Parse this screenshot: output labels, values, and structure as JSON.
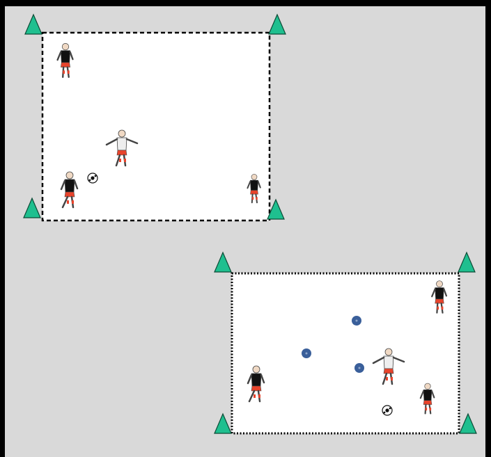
{
  "diagram": {
    "background_color": "#d9d9d9",
    "frame_color": "#000000",
    "field_color": "#ffffff",
    "cone_color": "#1fbf8f",
    "cone_outline": "#0b4a35",
    "disc_color": "#3a5f9a",
    "team_a_colors": {
      "shirt": "#111111",
      "shorts": "#e8442c"
    },
    "team_b_colors": {
      "shirt": "#eeeeee",
      "shorts": "#e8442c"
    },
    "areas": [
      {
        "name": "area-top-left",
        "border_style": "dashed",
        "cones": 4,
        "players": [
          {
            "team": "a",
            "icon": "player-dark-kit-icon"
          },
          {
            "team": "b",
            "icon": "player-light-kit-icon"
          },
          {
            "team": "a",
            "icon": "player-dark-kit-icon"
          },
          {
            "team": "a",
            "icon": "player-dark-kit-icon"
          }
        ],
        "balls": 1,
        "discs": 0
      },
      {
        "name": "area-bottom-right",
        "border_style": "dotted",
        "cones": 4,
        "players": [
          {
            "team": "a",
            "icon": "player-dark-kit-icon"
          },
          {
            "team": "b",
            "icon": "player-light-kit-icon"
          },
          {
            "team": "a",
            "icon": "player-dark-kit-icon"
          },
          {
            "team": "a",
            "icon": "player-dark-kit-icon"
          }
        ],
        "balls": 1,
        "discs": 3
      }
    ]
  }
}
